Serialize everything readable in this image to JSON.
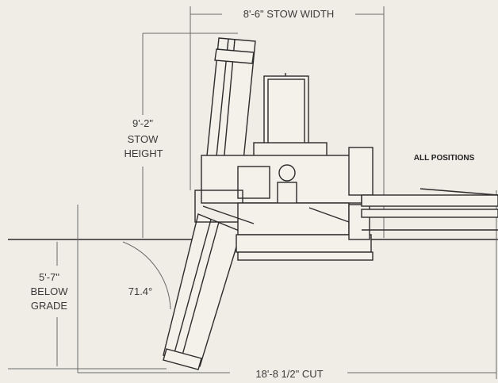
{
  "dimensions": {
    "stow_width": "8'-6\" STOW WIDTH",
    "stow_height_value": "9'-2\"",
    "stow_height_word1": "STOW",
    "stow_height_word2": "HEIGHT",
    "below_grade_value": "5'-7\"",
    "below_grade_word1": "BELOW",
    "below_grade_word2": "GRADE",
    "angle": "71.4°",
    "cut_length": "18'-8 1/2\" CUT"
  },
  "notes": {
    "all_positions": "ALL POSITIONS"
  },
  "colors": {
    "background": "#efede5",
    "line": "#2b2b2b",
    "dim_line": "#6a6a6a"
  }
}
